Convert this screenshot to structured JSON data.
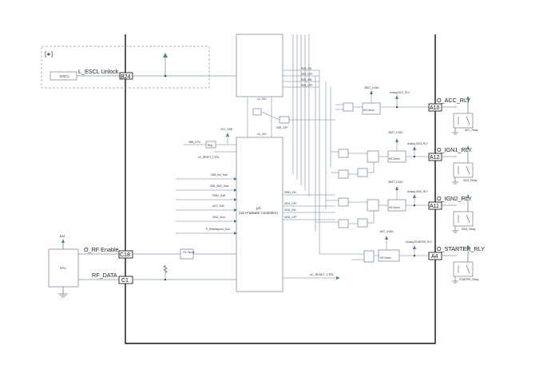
{
  "escl_group": {
    "tag": "[∗]",
    "escl_box": "ESCL",
    "signal": "L_ESCL Unlock",
    "pin": "B24"
  },
  "left_inputs": {
    "rf_enable": {
      "label": "O_RF Enable",
      "pin": "C18"
    },
    "rf_data": {
      "label": "RF_DATA",
      "pin": "C1"
    },
    "rpu_box": "RPU",
    "bat_label": "BAT",
    "cv_box": "CV\nCircuit"
  },
  "microcontroller": {
    "title": "μC",
    "subtitle": "(uC+Failsafe Controller)",
    "inputs": [
      "SSB_Sel_Sust",
      "SSB_SW2_Sust",
      "SSB1_SuB",
      "ACC_SuB",
      "IGN2_Sust",
      "P_Wheelspeed_Sust"
    ],
    "outputs": [
      "SSB1_ON",
      "IGN1_OFF",
      "IGN2_SW",
      "IGN2_OFF"
    ],
    "top_lines": [
      "SSB_ON",
      "SSB_OFF",
      "SSB_SW",
      "SSB_OFF"
    ],
    "side_labels": [
      "uC_IGN",
      "uC_IGN",
      "SSB_OFF",
      "VCC_SSB",
      "VBB_CPU"
    ],
    "reset_label": "uC_RESET_CTRL"
  },
  "outputs": [
    {
      "label": "O_ACC_RLY",
      "pin": "A10",
      "relay": "ACC_Relay",
      "vbat": "VBAT_LOAD",
      "analog": "Analog ACC_RLY",
      "driver": "HS Driver"
    },
    {
      "label": "O_IGN1_RLY",
      "pin": "A12",
      "relay": "IGN1_Relay",
      "vbat": "VBAT_LOAD",
      "analog": "Analog IGN1_RLY",
      "driver": "HS Driver"
    },
    {
      "label": "O_IGN2_RLY",
      "pin": "A11",
      "relay": "IGN2_Relay",
      "vbat": "VBAT_LOAD",
      "analog": "Analog IGN2_RLY",
      "driver": "HS Driver"
    },
    {
      "label": "O_STARTER_RLY",
      "pin": "A4",
      "relay": "STARTER_Relay",
      "vbat": "BAT_LOAD",
      "analog": "Analog STARTER_RLY",
      "driver": "HS Driver"
    }
  ],
  "misc": {
    "reg_box": "Reg",
    "reset_ctrl": "uC_RESET_CTRL",
    "bat": "BAT"
  }
}
